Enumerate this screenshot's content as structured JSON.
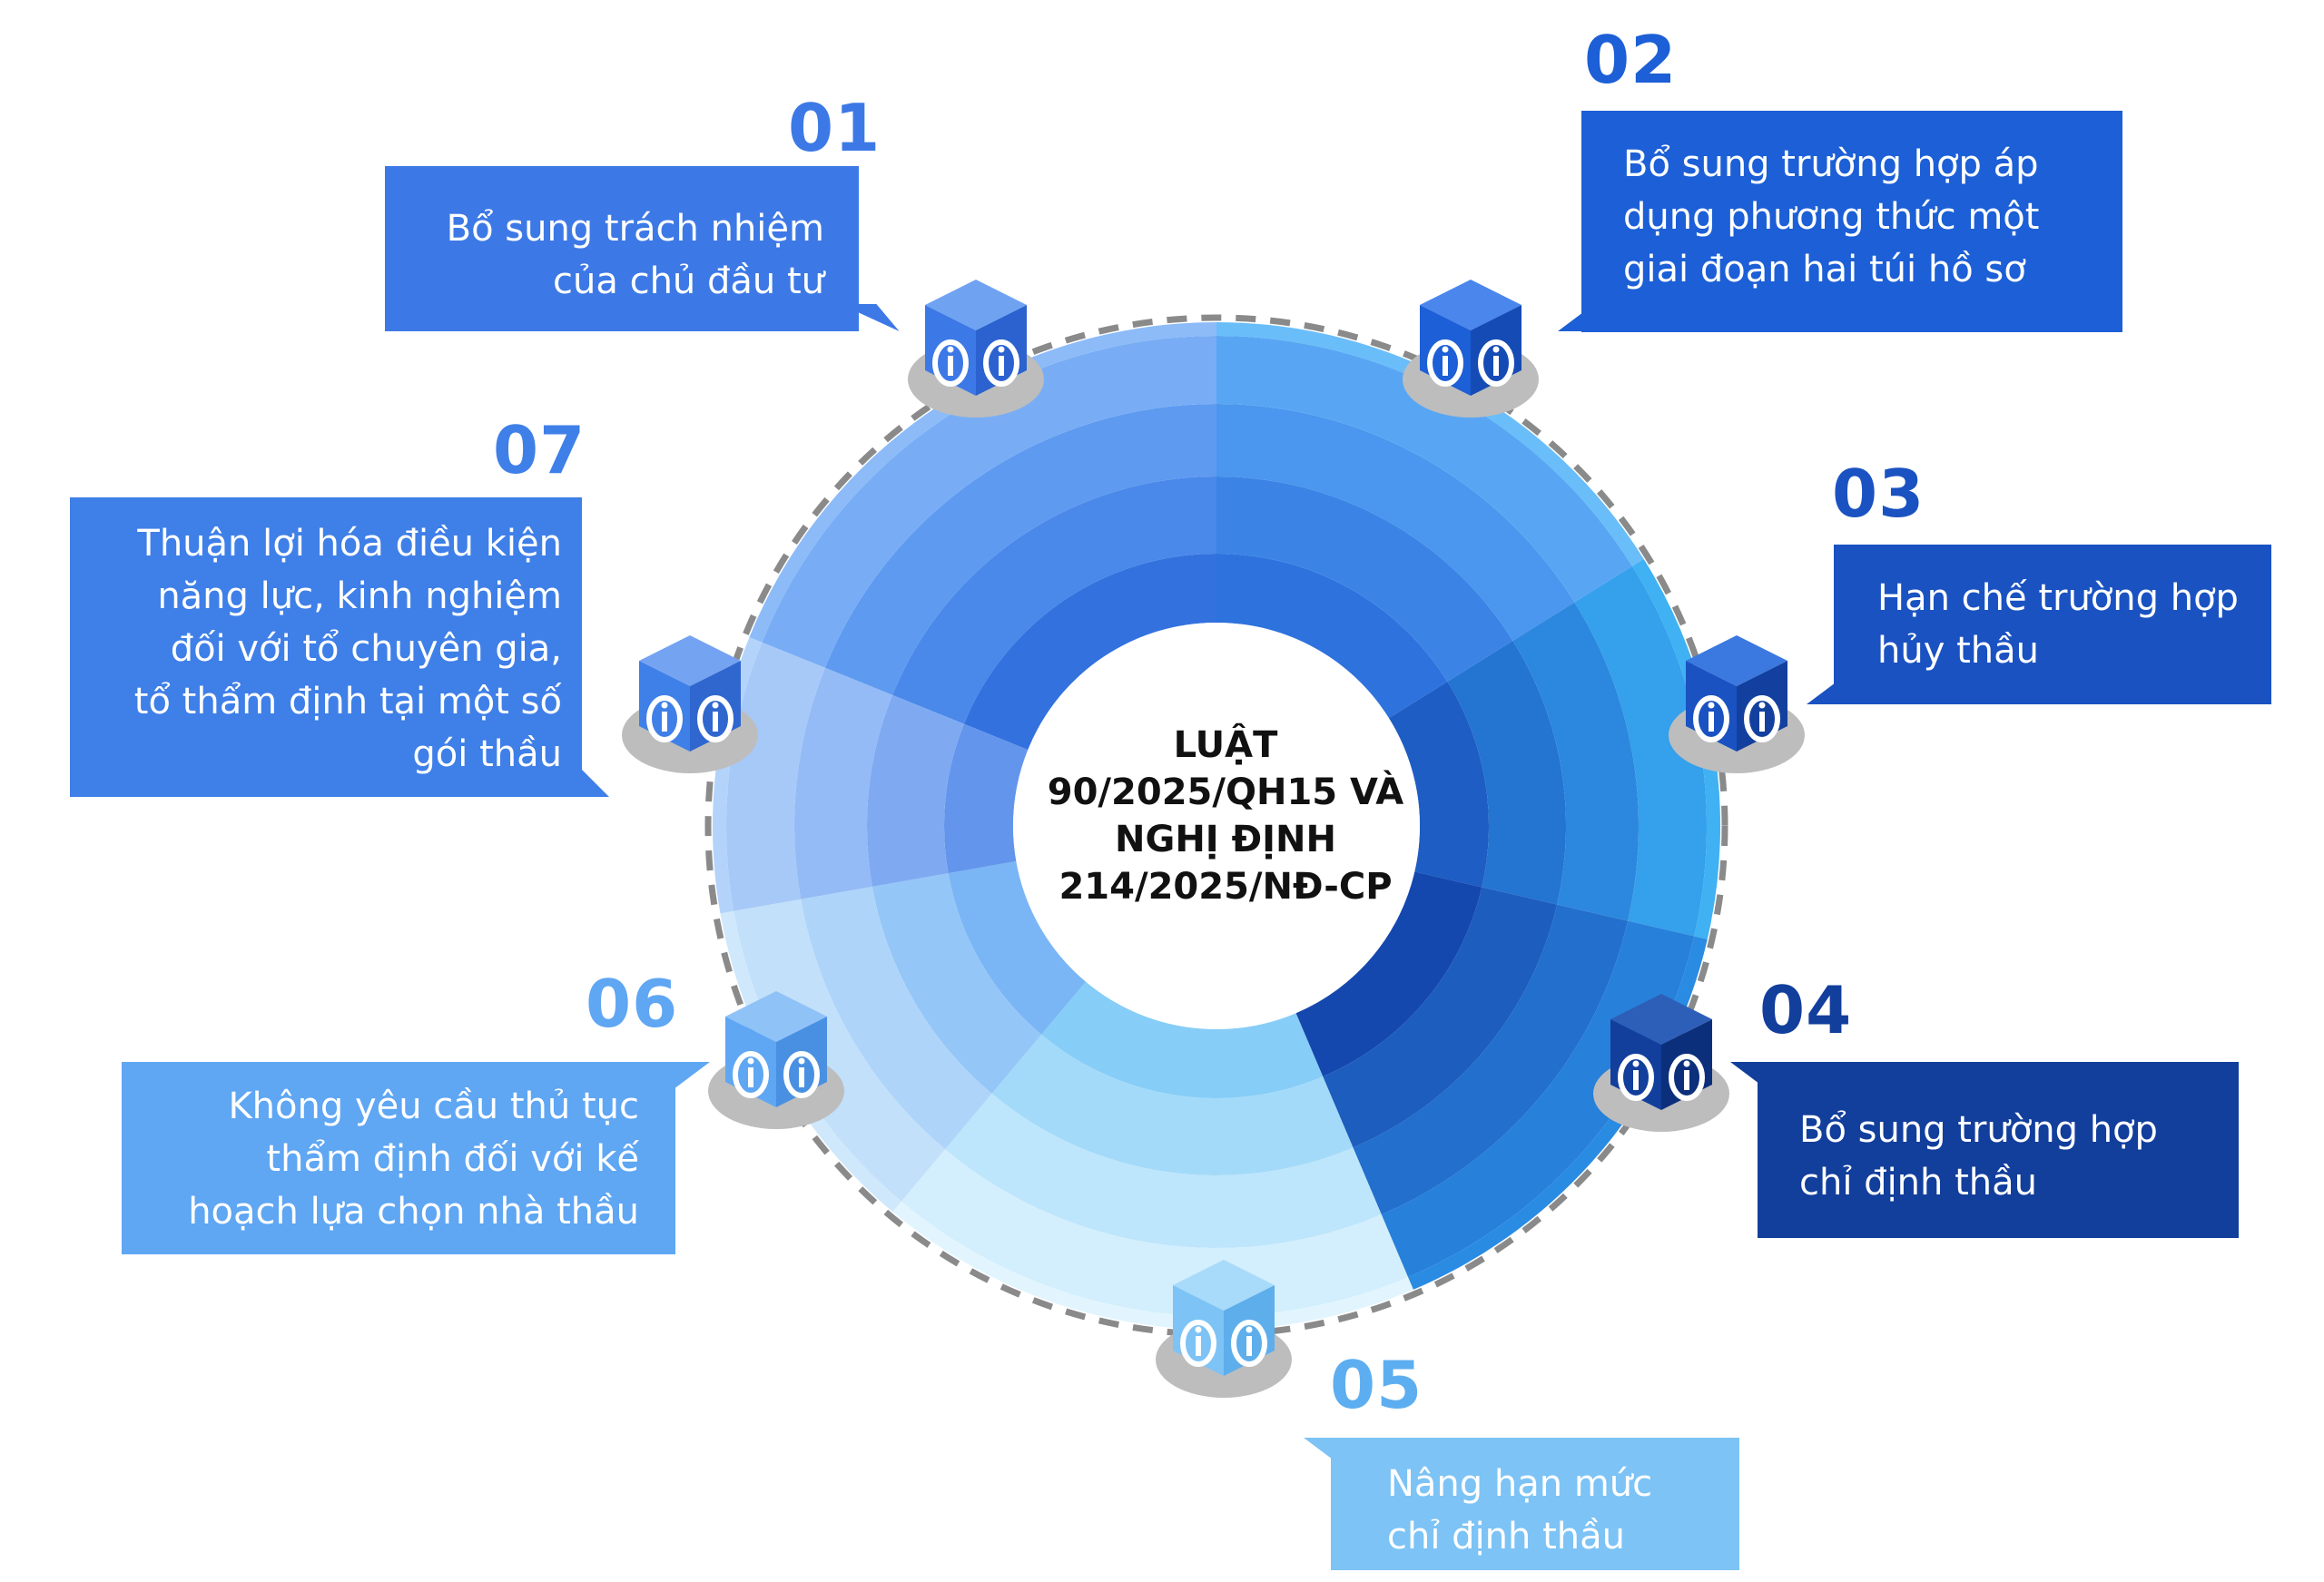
{
  "center": {
    "title": "LUẬT\n90/2025/QH15 VÀ\nNGHỊ ĐỊNH\n214/2025/NĐ-CP"
  },
  "items": [
    {
      "number": "01",
      "text": "Bổ sung trách nhiệm\ncủa chủ đầu tư",
      "color": "#3D79E6",
      "number_color": "#3D79E6"
    },
    {
      "number": "02",
      "text": "Bổ sung trường hợp áp\ndụng phương thức một\ngiai đoạn hai túi hồ sơ",
      "color": "#1C5FD6",
      "number_color": "#1C5FD6"
    },
    {
      "number": "03",
      "text": "Hạn chế trường hợp\nhủy thầu",
      "color": "#1A52C2",
      "number_color": "#1A52C2"
    },
    {
      "number": "04",
      "text": "Bổ sung trường hợp\nchỉ định thầu",
      "color": "#123E9C",
      "number_color": "#123E9C"
    },
    {
      "number": "05",
      "text": "Nâng hạn mức\nchỉ định thầu",
      "color": "#7DC3F5",
      "number_color": "#5DAEF0"
    },
    {
      "number": "06",
      "text": "Không yêu cầu thủ tục\nthẩm định đối với kế\nhoạch lựa chọn nhà thầu",
      "color": "#5FA6F3",
      "number_color": "#5FA6F3"
    },
    {
      "number": "07",
      "text": "Thuận lợi hóa điều kiện\nnăng lực, kinh nghiệm\nđối với tổ chuyên gia,\ntổ thẩm định tại một số\ngói thầu",
      "color": "#3F7FE8",
      "number_color": "#3F7FE8"
    }
  ],
  "icon_names": [
    "cube-logo-icon"
  ],
  "colors": {
    "ring_dash": "#8A8A8A",
    "segments": {
      "seg1": [
        "#3372DE",
        "#4A88EA",
        "#5E9AF0",
        "#78ADF5",
        "#8CBBF8"
      ],
      "seg2": [
        "#2E72DD",
        "#3B84E6",
        "#4B96EE",
        "#58A6F3",
        "#69BDF9"
      ],
      "seg3": [
        "#1E5DC3",
        "#2474D2",
        "#2C88DE",
        "#35A0EB",
        "#40B1F2"
      ],
      "seg4": [
        "#1548AE",
        "#1D5DBE",
        "#226FCD",
        "#2780D9",
        "#2A8BE3"
      ],
      "seg5": [
        "#86CDF7",
        "#A3DAF9",
        "#BDE5FB",
        "#D3EEFC",
        "#E2F5FE"
      ],
      "seg6": [
        "#7AB6F5",
        "#94C6F7",
        "#AED5F9",
        "#C2E0FA",
        "#D0E8FB"
      ],
      "seg7": [
        "#6395EC",
        "#7FAAF1",
        "#94BBF5",
        "#A7C9F8",
        "#B4D3FA"
      ]
    }
  }
}
